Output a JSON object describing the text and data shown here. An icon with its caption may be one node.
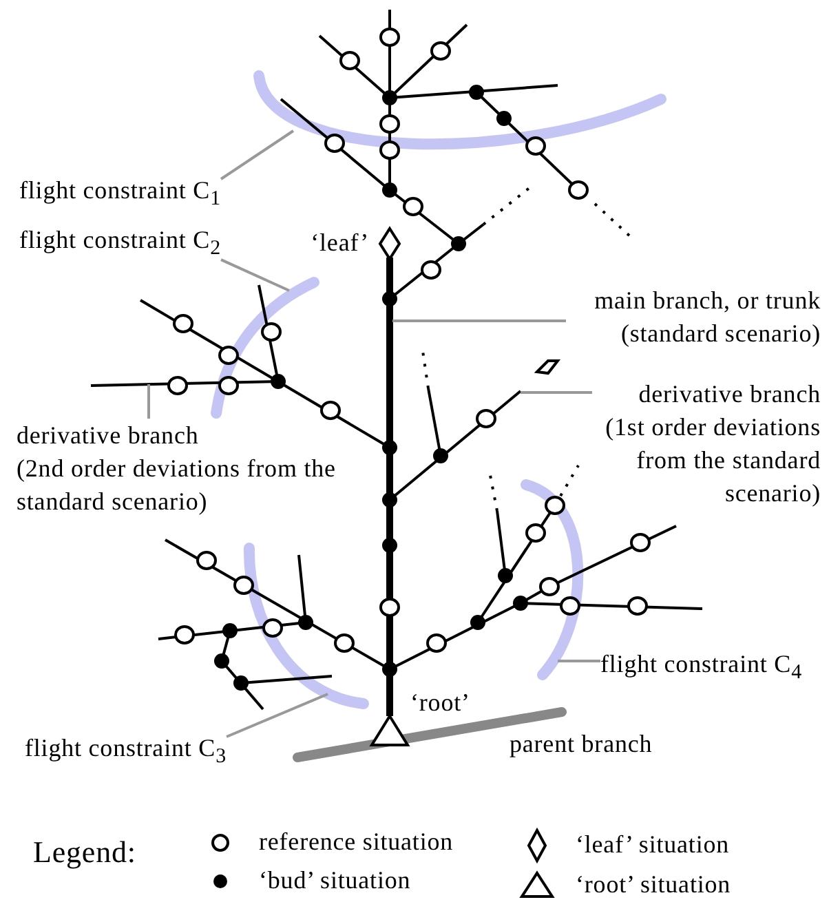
{
  "diagram": {
    "nodes": [
      {
        "text": [
          "flight constraint C$_{1}$"
        ]
      },
      {
        "text": [
          "flight constraint C$_{2}$"
        ]
      },
      {
        "text": [
          "main branch, or trunk (standard scenario)"
        ]
      },
      {
        "text": [
          "derivative branch",
          "(1st order deviations from the standard scenario)"
        ]
      },
      {
        "text": [
          "derivative branch",
          "(2nd order deviations from the standard scenario)"
        ]
      },
      {
        "text": [
          "flight constraint C$_{4}$"
        ]
      },
      {
        "text": [
          "flight constraint C$_{3}$"
        ]
      },
      {
        "text": [],
        "shape": "arc"
      },
      {
        "text": [],
        "shape": "arc"
      },
      {
        "text": [],
        "shape": "arc"
      },
      {
        "text": [],
        "shape": "arc"
      }
    ],
    "edges": [
      {
        "from": 0,
        "to": 7,
        "arrow": "none"
      },
      {
        "from": 1,
        "to": 8,
        "arrow": "none"
      },
      {
        "from": 2,
        "to": null,
        "arrow": "none"
      },
      {
        "from": 3,
        "to": null,
        "arrow": "none"
      },
      {
        "from": 4,
        "to": null,
        "arrow": "none"
      },
      {
        "from": 5,
        "to": 9,
        "arrow": "none"
      },
      {
        "from": 6,
        "to": 10,
        "arrow": "none"
      }
    ],
    "labels": [
      "‘leaf’",
      "‘root’",
      "parent branch",
      "Legend:"
    ],
    "legend": [
      {
        "text": "reference situation"
      },
      {
        "text": "‘bud’ situation"
      },
      {
        "text": "‘leaf’ situation"
      },
      {
        "text": "‘root’ situation"
      }
    ]
  }
}
